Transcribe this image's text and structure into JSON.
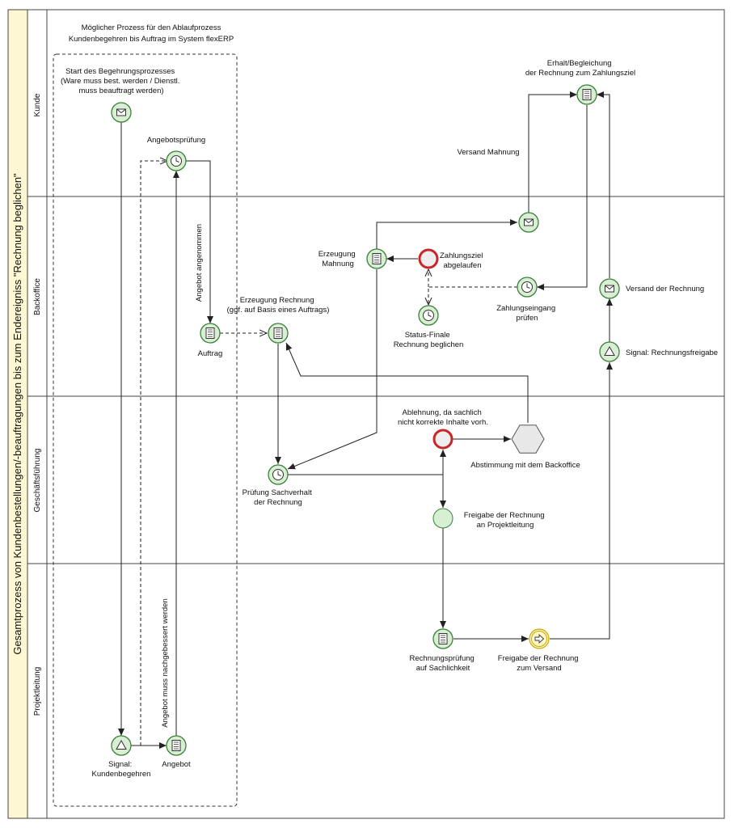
{
  "pool": {
    "title": "Gesamtprozess von Kundenbestellungen/-beauftragungen bis zum Endereigniss \"Rechnung beglichen\"",
    "fill": "#fdf7d3"
  },
  "lanes": [
    {
      "id": "kunde",
      "label": "Kunde"
    },
    {
      "id": "backoffice",
      "label": "Backoffice"
    },
    {
      "id": "geschaeftsfuehrung",
      "label": "Geschäftsführung"
    },
    {
      "id": "projektleitung",
      "label": "Projektleitung"
    }
  ],
  "group": {
    "title_line1": "Möglicher Prozess für den Ablaufprozess",
    "title_line2": "Kundenbegehren bis Auftrag im System flexERP"
  },
  "colors": {
    "node_fill": "#d9efd4",
    "node_stroke": "#3a7f3a",
    "end_stroke": "#c62828",
    "intermediate_stroke": "#c9a800",
    "intermediate_fill": "#fff7c8",
    "gateway_fill": "#e8e8e8",
    "line": "#222222"
  },
  "nodes": {
    "start": {
      "icon": "envelope-icon",
      "lines": [
        "Start des Begehrungsprozesses",
        "(Ware muss best. werden / Dienstl.",
        "muss beauftragt werden)"
      ]
    },
    "angebotspruefung": {
      "icon": "clock-icon",
      "lines": [
        "Angebotsprüfung"
      ]
    },
    "auftrag": {
      "icon": "document-icon",
      "lines": [
        "Auftrag"
      ]
    },
    "erzeugung_rechnung": {
      "icon": "document-icon",
      "lines": [
        "Erzeugung Rechnung",
        "(ggf. auf Basis eines Auftrags)"
      ]
    },
    "erzeugung_mahnung": {
      "icon": "document-icon",
      "lines": [
        "Erzeugung",
        "Mahnung"
      ]
    },
    "zahlungsziel": {
      "icon": "end-event",
      "lines": [
        "Zahlungsziel",
        "abgelaufen"
      ]
    },
    "status_finale": {
      "icon": "clock-icon",
      "lines": [
        "Status-Finale",
        "Rechnung beglichen"
      ]
    },
    "zahlungseingang": {
      "icon": "clock-icon",
      "lines": [
        "Zahlungseingang",
        "prüfen"
      ]
    },
    "versand_mahnung_evt": {
      "icon": "envelope-icon",
      "lines": [
        "Versand Mahnung"
      ]
    },
    "erhalt": {
      "icon": "document-icon",
      "lines": [
        "Erhalt/Begleichung",
        "der Rechnung zum Zahlungsziel"
      ]
    },
    "versand_rechnung": {
      "icon": "envelope-icon",
      "lines": [
        "Versand der Rechnung"
      ]
    },
    "signal_rechnungsfreigabe": {
      "icon": "triangle-icon",
      "lines": [
        "Signal: Rechnungsfreigabe"
      ]
    },
    "pruefung_sachverhalt": {
      "icon": "clock-icon",
      "lines": [
        "Prüfung Sachverhalt",
        "der Rechnung"
      ]
    },
    "ablehnung": {
      "icon": "end-event",
      "lines": [
        "Ablehnung, da sachlich",
        "nicht korrekte Inhalte vorh."
      ]
    },
    "abstimmung": {
      "icon": "hexagon-gateway",
      "lines": [
        "Abstimmung mit dem Backoffice"
      ]
    },
    "freigabe_pl": {
      "icon": "plain-event",
      "lines": [
        "Freigabe der Rechnung",
        "an Projektleitung"
      ]
    },
    "rechnungspruefung": {
      "icon": "document-icon",
      "lines": [
        "Rechnungsprüfung",
        "auf Sachlichkeit"
      ]
    },
    "freigabe_versand": {
      "icon": "arrow-right-icon",
      "lines": [
        "Freigabe der Rechnung",
        "zum Versand"
      ]
    },
    "signal_kundenbegehren": {
      "icon": "triangle-icon",
      "lines": [
        "Signal:",
        "Kundenbegehren"
      ]
    },
    "angebot": {
      "icon": "document-icon",
      "lines": [
        "Angebot"
      ]
    }
  },
  "flow_labels": {
    "angebot_angenommen": "Angebot angenommen",
    "nachbessern": "Angebot muss nachgebessert werden"
  }
}
